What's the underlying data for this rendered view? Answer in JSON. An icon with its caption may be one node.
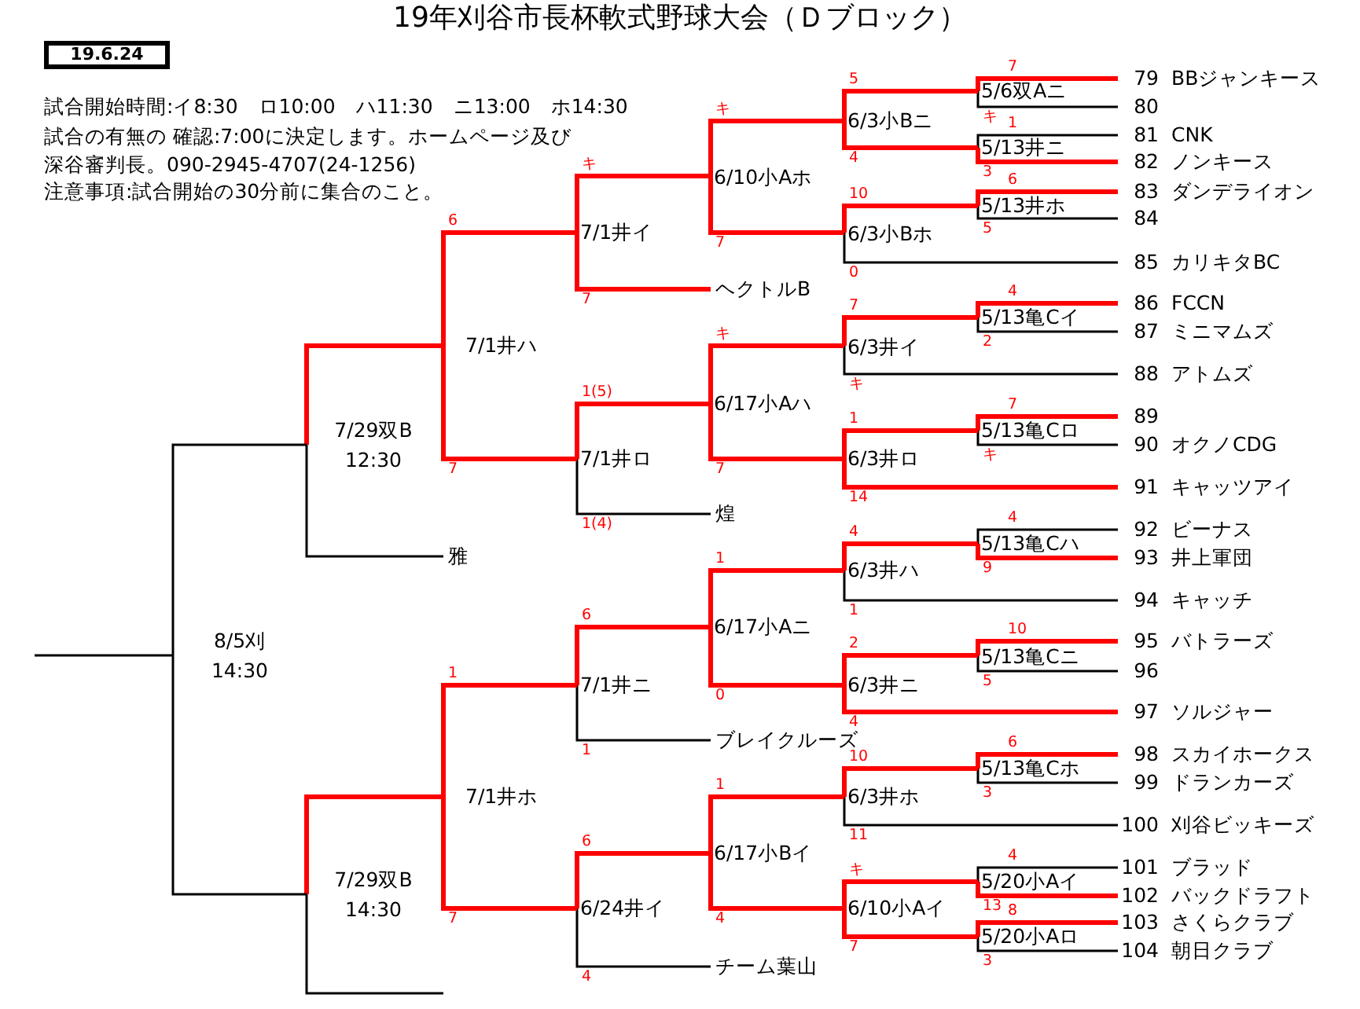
{
  "diagram": {
    "title": "19年刈谷市長杯軟式野球大会（Ｄブロック）",
    "nodes": [
      {
        "text": [
          "19.6.24"
        ]
      },
      {
        "text": [
          "79",
          "BBジャンキース"
        ]
      },
      {
        "text": [
          "80"
        ]
      },
      {
        "text": [
          "81",
          "CNK"
        ]
      },
      {
        "text": [
          "82",
          "ノンキース"
        ]
      },
      {
        "text": [
          "83",
          "ダンデライオン"
        ]
      },
      {
        "text": [
          "84"
        ]
      },
      {
        "text": [
          "85",
          "カリキタBC"
        ]
      },
      {
        "text": [
          "86",
          "FCCN"
        ]
      },
      {
        "text": [
          "87",
          "ミニマムズ"
        ]
      },
      {
        "text": [
          "88",
          "アトムズ"
        ]
      },
      {
        "text": [
          "89"
        ]
      },
      {
        "text": [
          "90",
          "オクノCDG"
        ]
      },
      {
        "text": [
          "91",
          "キャッツアイ"
        ]
      },
      {
        "text": [
          "92",
          "ビーナス"
        ]
      },
      {
        "text": [
          "93",
          "井上軍団"
        ]
      },
      {
        "text": [
          "94",
          "キャッチ"
        ]
      },
      {
        "text": [
          "95",
          "バトラーズ"
        ]
      },
      {
        "text": [
          "96"
        ]
      },
      {
        "text": [
          "97",
          "ソルジャー"
        ]
      },
      {
        "text": [
          "98",
          "スカイホークス"
        ]
      },
      {
        "text": [
          "99",
          "ドランカーズ"
        ]
      },
      {
        "text": [
          "100",
          "刈谷ビッキーズ"
        ]
      },
      {
        "text": [
          "101",
          "ブラッド"
        ]
      },
      {
        "text": [
          "102",
          "バックドラフト"
        ]
      },
      {
        "text": [
          "103",
          "さくらクラブ"
        ]
      },
      {
        "text": [
          "104",
          "朝日クラブ"
        ]
      },
      {
        "text": [
          "ヘクトルB"
        ]
      },
      {
        "text": [
          "煌"
        ]
      },
      {
        "text": [
          "雅"
        ]
      },
      {
        "text": [
          "ブレイクルーズ"
        ]
      },
      {
        "text": [
          "チーム葉山"
        ]
      },
      {
        "text": [
          "5/6双Aニ"
        ]
      },
      {
        "text": [
          "5/13井ニ"
        ]
      },
      {
        "text": [
          "5/13井ホ"
        ]
      },
      {
        "text": [
          "6/3小Bニ"
        ]
      },
      {
        "text": [
          "6/3小Bホ"
        ]
      },
      {
        "text": [
          "6/10小Aホ"
        ]
      },
      {
        "text": [
          "7/1井イ"
        ]
      },
      {
        "text": [
          "5/13亀Cイ"
        ]
      },
      {
        "text": [
          "6/3井イ"
        ]
      },
      {
        "text": [
          "5/13亀Cロ"
        ]
      },
      {
        "text": [
          "6/3井ロ"
        ]
      },
      {
        "text": [
          "6/17小Aハ"
        ]
      },
      {
        "text": [
          "7/1井ロ"
        ]
      },
      {
        "text": [
          "7/1井ハ"
        ]
      },
      {
        "text": [
          "7/29双B 12:30"
        ]
      },
      {
        "text": [
          "5/13亀Cハ"
        ]
      },
      {
        "text": [
          "6/3井ハ"
        ]
      },
      {
        "text": [
          "5/13亀Cニ"
        ]
      },
      {
        "text": [
          "6/3井ニ"
        ]
      },
      {
        "text": [
          "6/17小Aニ"
        ]
      },
      {
        "text": [
          "7/1井ニ"
        ]
      },
      {
        "text": [
          "5/13亀Cホ"
        ]
      },
      {
        "text": [
          "6/3井ホ"
        ]
      },
      {
        "text": [
          "5/20小Aイ"
        ]
      },
      {
        "text": [
          "5/20小Aロ"
        ]
      },
      {
        "text": [
          "6/10小Aイ"
        ]
      },
      {
        "text": [
          "6/17小Bイ"
        ]
      },
      {
        "text": [
          "6/24井イ"
        ]
      },
      {
        "text": [
          "7/1井ホ"
        ]
      },
      {
        "text": [
          "7/29双B 14:30"
        ]
      },
      {
        "text": [
          "8/5刈 14:30"
        ]
      }
    ],
    "edges": [
      {
        "from": 1,
        "to": 32,
        "arrow": "none",
        "label": "7",
        "color": "#ff0000"
      },
      {
        "from": 2,
        "to": 32,
        "arrow": "none",
        "label": "キ",
        "color": "#000000"
      },
      {
        "from": 3,
        "to": 33,
        "arrow": "none",
        "label": "1",
        "color": "#000000"
      },
      {
        "from": 4,
        "to": 33,
        "arrow": "none",
        "label": "3",
        "color": "#ff0000"
      },
      {
        "from": 5,
        "to": 34,
        "arrow": "none",
        "label": "6",
        "color": "#ff0000"
      },
      {
        "from": 6,
        "to": 34,
        "arrow": "none",
        "label": "5",
        "color": "#000000"
      },
      {
        "from": 32,
        "to": 35,
        "arrow": "none",
        "label": "5",
        "color": "#ff0000"
      },
      {
        "from": 33,
        "to": 35,
        "arrow": "none",
        "label": "4",
        "color": "#ff0000"
      },
      {
        "from": 34,
        "to": 36,
        "arrow": "none",
        "label": "10",
        "color": "#ff0000"
      },
      {
        "from": 7,
        "to": 36,
        "arrow": "none",
        "label": "0",
        "color": "#000000"
      },
      {
        "from": 35,
        "to": 37,
        "arrow": "none",
        "label": "キ",
        "color": "#ff0000"
      },
      {
        "from": 36,
        "to": 37,
        "arrow": "none",
        "label": "7",
        "color": "#ff0000"
      },
      {
        "from": 37,
        "to": 38,
        "arrow": "none",
        "label": "キ",
        "color": "#ff0000"
      },
      {
        "from": 27,
        "to": 38,
        "arrow": "none",
        "label": "7",
        "color": "#ff0000"
      },
      {
        "from": 8,
        "to": 39,
        "arrow": "none",
        "label": "4",
        "color": "#ff0000"
      },
      {
        "from": 9,
        "to": 39,
        "arrow": "none",
        "label": "2",
        "color": "#000000"
      },
      {
        "from": 39,
        "to": 40,
        "arrow": "none",
        "label": "7",
        "color": "#ff0000"
      },
      {
        "from": 10,
        "to": 40,
        "arrow": "none",
        "label": "キ",
        "color": "#000000"
      },
      {
        "from": 11,
        "to": 41,
        "arrow": "none",
        "label": "7",
        "color": "#ff0000"
      },
      {
        "from": 12,
        "to": 41,
        "arrow": "none",
        "label": "キ",
        "color": "#000000"
      },
      {
        "from": 41,
        "to": 42,
        "arrow": "none",
        "label": "1",
        "color": "#ff0000"
      },
      {
        "from": 13,
        "to": 42,
        "arrow": "none",
        "label": "14",
        "color": "#ff0000"
      },
      {
        "from": 40,
        "to": 43,
        "arrow": "none",
        "label": "キ",
        "color": "#ff0000"
      },
      {
        "from": 42,
        "to": 43,
        "arrow": "none",
        "label": "7",
        "color": "#ff0000"
      },
      {
        "from": 43,
        "to": 44,
        "arrow": "none",
        "label": "1(5)",
        "color": "#ff0000"
      },
      {
        "from": 28,
        "to": 44,
        "arrow": "none",
        "label": "1(4)",
        "color": "#000000"
      },
      {
        "from": 38,
        "to": 45,
        "arrow": "none",
        "label": "6",
        "color": "#ff0000"
      },
      {
        "from": 44,
        "to": 45,
        "arrow": "none",
        "label": "7",
        "color": "#ff0000"
      },
      {
        "from": 45,
        "to": 46,
        "arrow": "none",
        "color": "#ff0000"
      },
      {
        "from": 29,
        "to": 46,
        "arrow": "none",
        "color": "#000000"
      },
      {
        "from": 14,
        "to": 47,
        "arrow": "none",
        "label": "4",
        "color": "#000000"
      },
      {
        "from": 15,
        "to": 47,
        "arrow": "none",
        "label": "9",
        "color": "#ff0000"
      },
      {
        "from": 47,
        "to": 48,
        "arrow": "none",
        "label": "4",
        "color": "#ff0000"
      },
      {
        "from": 16,
        "to": 48,
        "arrow": "none",
        "label": "1",
        "color": "#000000"
      },
      {
        "from": 17,
        "to": 49,
        "arrow": "none",
        "label": "10",
        "color": "#ff0000"
      },
      {
        "from": 18,
        "to": 49,
        "arrow": "none",
        "label": "5",
        "color": "#000000"
      },
      {
        "from": 49,
        "to": 50,
        "arrow": "none",
        "label": "2",
        "color": "#ff0000"
      },
      {
        "from": 19,
        "to": 50,
        "arrow": "none",
        "label": "4",
        "color": "#ff0000"
      },
      {
        "from": 48,
        "to": 51,
        "arrow": "none",
        "label": "1",
        "color": "#ff0000"
      },
      {
        "from": 50,
        "to": 51,
        "arrow": "none",
        "label": "0",
        "color": "#ff0000"
      },
      {
        "from": 51,
        "to": 52,
        "arrow": "none",
        "label": "6",
        "color": "#ff0000"
      },
      {
        "from": 30,
        "to": 52,
        "arrow": "none",
        "label": "1",
        "color": "#000000"
      },
      {
        "from": 20,
        "to": 53,
        "arrow": "none",
        "label": "6",
        "color": "#ff0000"
      },
      {
        "from": 21,
        "to": 53,
        "arrow": "none",
        "label": "3",
        "color": "#000000"
      },
      {
        "from": 53,
        "to": 54,
        "arrow": "none",
        "label": "10",
        "color": "#ff0000"
      },
      {
        "from": 22,
        "to": 54,
        "arrow": "none",
        "label": "11",
        "color": "#000000"
      },
      {
        "from": 23,
        "to": 55,
        "arrow": "none",
        "label": "4",
        "color": "#000000"
      },
      {
        "from": 24,
        "to": 55,
        "arrow": "none",
        "label": "13",
        "color": "#ff0000"
      },
      {
        "from": 25,
        "to": 56,
        "arrow": "none",
        "label": "8",
        "color": "#ff0000"
      },
      {
        "from": 26,
        "to": 56,
        "arrow": "none",
        "label": "3",
        "color": "#000000"
      },
      {
        "from": 55,
        "to": 57,
        "arrow": "none",
        "label": "キ",
        "color": "#ff0000"
      },
      {
        "from": 56,
        "to": 57,
        "arrow": "none",
        "label": "7",
        "color": "#ff0000"
      },
      {
        "from": 54,
        "to": 58,
        "arrow": "none",
        "label": "1",
        "color": "#ff0000"
      },
      {
        "from": 57,
        "to": 58,
        "arrow": "none",
        "label": "4",
        "color": "#ff0000"
      },
      {
        "from": 58,
        "to": 59,
        "arrow": "none",
        "label": "6",
        "color": "#ff0000"
      },
      {
        "from": 31,
        "to": 59,
        "arrow": "none",
        "label": "4",
        "color": "#000000"
      },
      {
        "from": 52,
        "to": 60,
        "arrow": "none",
        "label": "1",
        "color": "#ff0000"
      },
      {
        "from": 59,
        "to": 60,
        "arrow": "none",
        "label": "7",
        "color": "#ff0000"
      },
      {
        "from": 60,
        "to": 61,
        "arrow": "none",
        "color": "#ff0000"
      },
      {
        "from": null,
        "to": 61,
        "arrow": "none",
        "color": "#000000"
      },
      {
        "from": 46,
        "to": 62,
        "arrow": "none",
        "color": "#000000"
      },
      {
        "from": 61,
        "to": 62,
        "arrow": "none",
        "color": "#000000"
      },
      {
        "from": 62,
        "to": null,
        "arrow": "none",
        "color": "#000000"
      }
    ],
    "labels": [
      "試合開始時間:イ8:30　ロ10:00　ハ11:30　ニ13:00　ホ14:30",
      "試合の有無の 確認:7:00に決定します。ホームページ及び",
      "深谷審判長。090-2945-4707(24-1256)",
      "注意事項:試合開始の30分前に集合のこと。"
    ]
  }
}
